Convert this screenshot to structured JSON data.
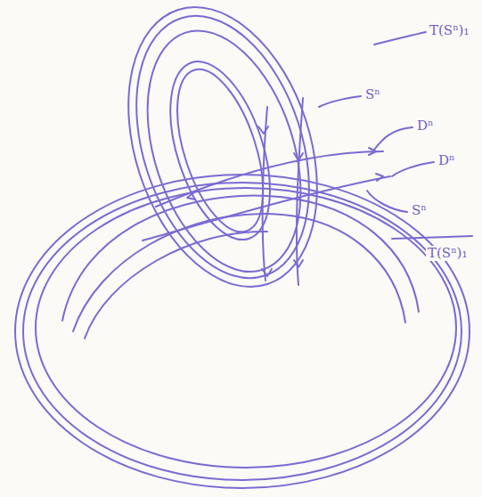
{
  "diagram": {
    "labels": [
      "T(Sⁿ)₁",
      "Sⁿ",
      "Dⁿ",
      "Dⁿ",
      "Sⁿ",
      "T(Sⁿ)₁"
    ]
  }
}
